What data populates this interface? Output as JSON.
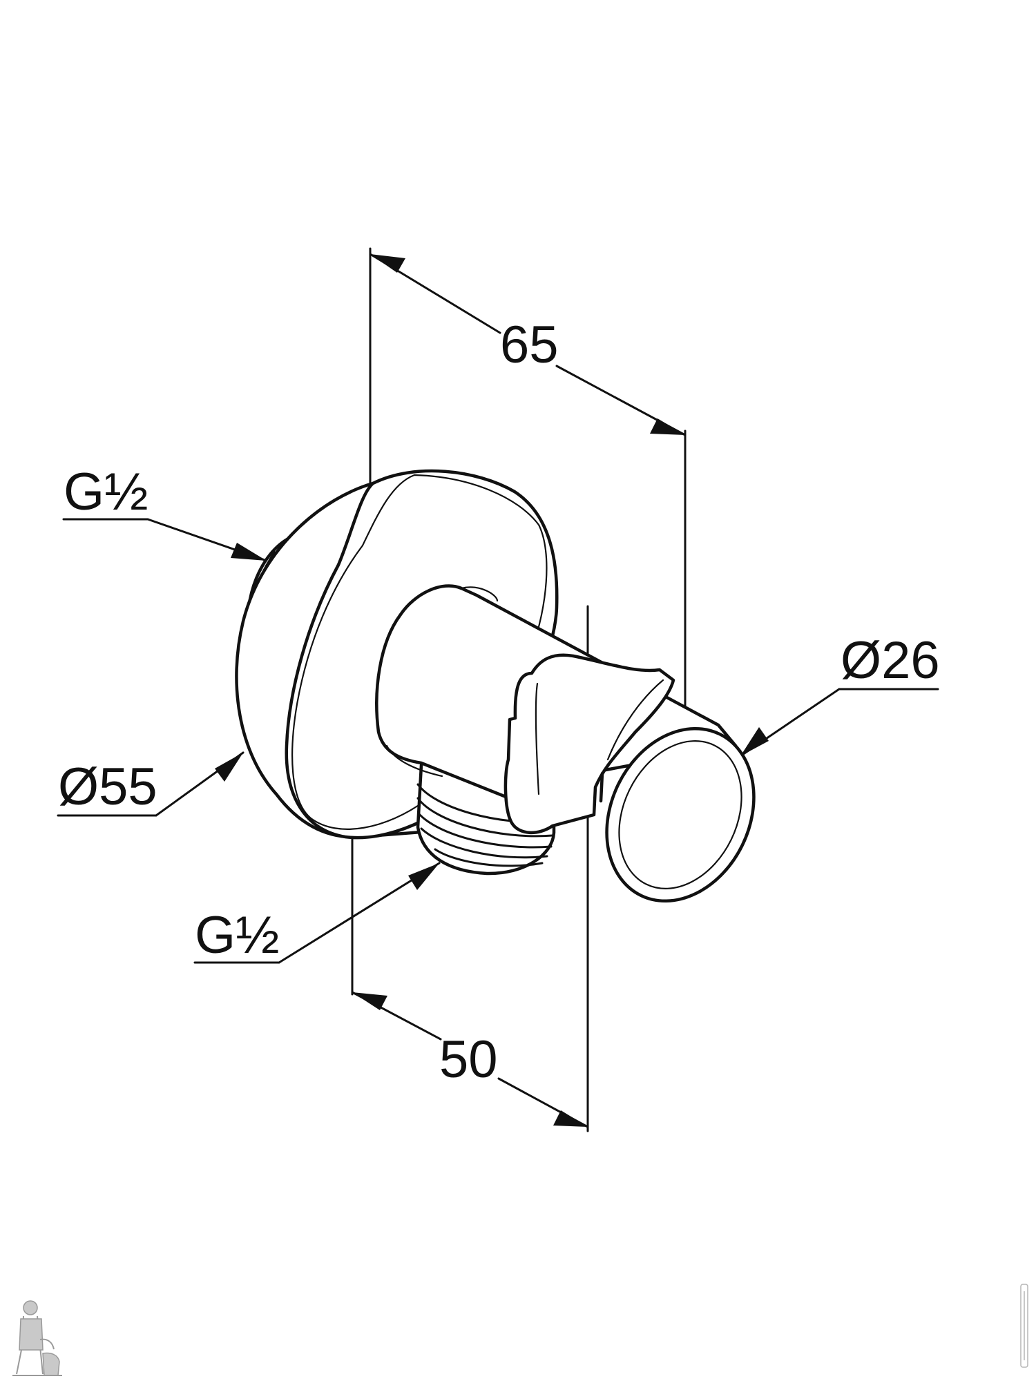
{
  "labels": {
    "length_overall": "65",
    "depth": "50",
    "flange_diameter": "Ø55",
    "holder_diameter": "Ø26",
    "thread_back": "G½",
    "thread_bottom": "G½"
  },
  "colors": {
    "ink": "#111111",
    "background": "#ffffff",
    "watermark": "#9a9a9a"
  },
  "icons": {
    "corner_logo": "plumber-mascot-icon"
  }
}
